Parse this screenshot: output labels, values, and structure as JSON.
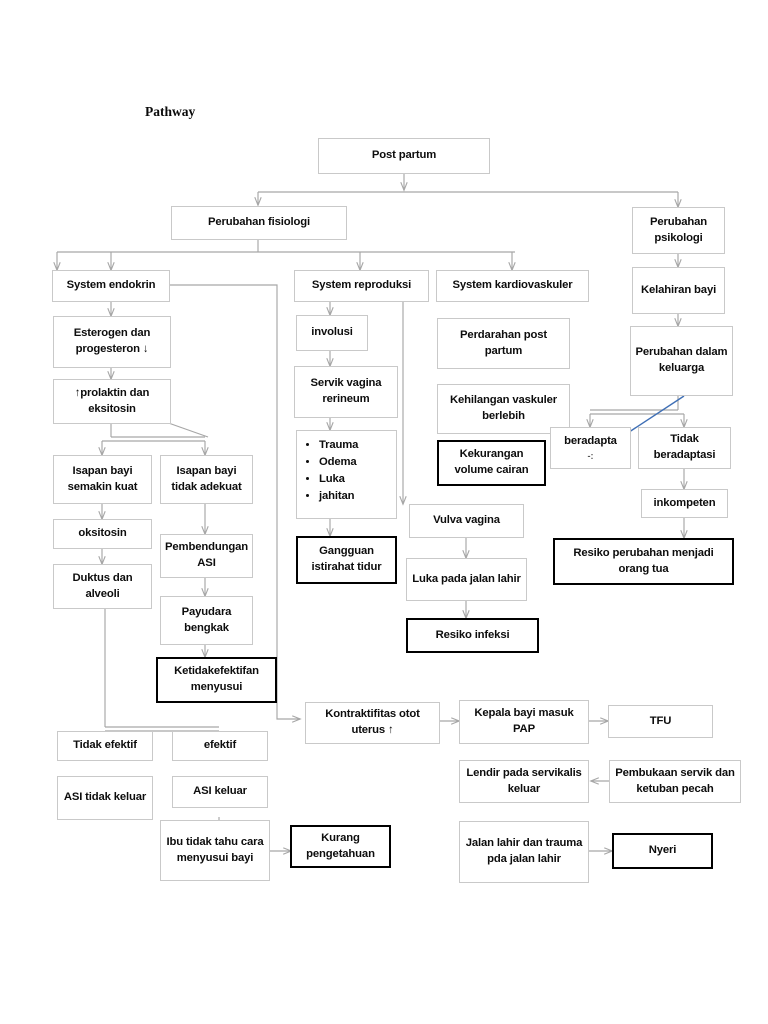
{
  "document": {
    "heading": "Pathway"
  },
  "nodes": {
    "post_partum": "Post partum",
    "perubahan_fisiologi": "Perubahan fisiologi",
    "perubahan_psikologi": "Perubahan psikologi",
    "system_endokrin": "System endokrin",
    "system_reproduksi": "System reproduksi",
    "system_kardiovaskuler": "System kardiovaskuler",
    "kelahiran_bayi": "Kelahiran bayi",
    "esterogen_progesteron": "Esterogen dan progesteron ↓",
    "involusi": "involusi",
    "perdarahan_post_partum": "Perdarahan post partum",
    "perubahan_dalam_keluarga": "Perubahan dalam keluarga",
    "prolaktin_eksitosin": "↑prolaktin dan eksitosin",
    "servik_vagina_rerineum": "Servik vagina rerineum",
    "kehilangan_vaskuler": "Kehilangan vaskuler berlebih",
    "beradaptasi": "beradapta",
    "beradaptasi_sub": "-:",
    "tidak_beradaptasi": "Tidak beradaptasi",
    "isapan_kuat": "Isapan bayi semakin kuat",
    "isapan_tidak_adekuat": "Isapan bayi tidak adekuat",
    "kekurangan_volume_cairan": "Kekurangan volume cairan",
    "inkompeten": "inkompeten",
    "oksitosin": "oksitosin",
    "pembendungan_asi": "Pembendungan ASI",
    "vulva_vagina": "Vulva vagina",
    "gangguan_istirahat": "Gangguan istirahat tidur",
    "resiko_perubahan_orangtua": "Resiko perubahan menjadi orang tua",
    "duktus_alveoli": "Duktus dan alveoli",
    "payudara_bengkak": "Payudara bengkak",
    "luka_jalan_lahir": "Luka pada jalan lahir",
    "resiko_infeksi": "Resiko infeksi",
    "ketidakefektifan_menyusui": "Ketidakefektifan menyusui",
    "kontraktifitas_uterus": "Kontraktifitas otot uterus ↑",
    "kepala_bayi_pap": "Kepala bayi masuk PAP",
    "tfu": "TFU",
    "tidak_efektif": "Tidak efektif",
    "efektif": "efektif",
    "lendir_servikalis": "Lendir pada servikalis keluar",
    "pembukaan_servik": "Pembukaan servik dan ketuban pecah",
    "asi_tidak_keluar": "ASI tidak keluar",
    "asi_keluar": "ASI keluar",
    "ibu_tidak_tahu": "Ibu tidak tahu cara menyusui bayi",
    "kurang_pengetahuan": "Kurang pengetahuan",
    "jalan_lahir_trauma": "Jalan lahir dan trauma pda jalan lahir",
    "nyeri": "Nyeri"
  },
  "bullet_list": {
    "items": [
      "Trauma",
      "Odema",
      "Luka",
      "jahitan"
    ]
  },
  "colors": {
    "box_border": "#c9c9c9",
    "box_border_emphasis": "#000000",
    "connector": "#a6a6a6",
    "connector_accent": "#3f6fb5",
    "text": "#0d0d0d",
    "background": "#ffffff"
  }
}
